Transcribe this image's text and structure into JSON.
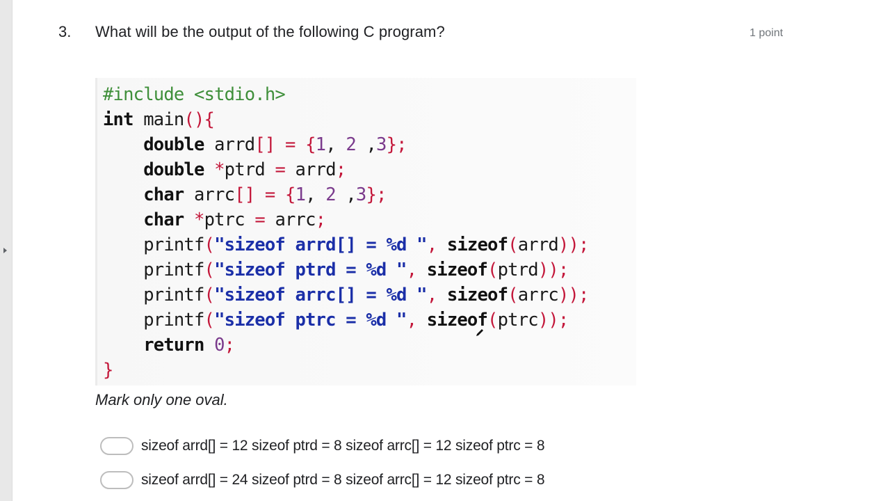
{
  "question": {
    "number": "3.",
    "title": "What will be the output of the following C program?",
    "points": "1 point",
    "instruction": "Mark only one oval."
  },
  "code": {
    "language": "C",
    "lines": [
      "#include <stdio.h>",
      "int main(){",
      "    double arrd[] = {1, 2 ,3};",
      "    double *ptrd = arrd;",
      "    char arrc[] = {1, 2 ,3};",
      "    char *ptrc = arrc;",
      "    printf(\"sizeof arrd[] = %d \", sizeof(arrd));",
      "    printf(\"sizeof ptrd = %d \", sizeof(ptrd));",
      "    printf(\"sizeof arrc[] = %d \", sizeof(arrc));",
      "    printf(\"sizeof ptrc = %d \", sizeof(ptrc));",
      "    return 0;",
      "}"
    ]
  },
  "options": [
    {
      "label": "sizeof arrd[] = 12 sizeof ptrd = 8 sizeof arrc[] = 12 sizeof ptrc = 8",
      "selected": false
    },
    {
      "label": "sizeof arrd[] = 24 sizeof ptrd = 8 sizeof arrc[] = 12 sizeof ptrc = 8",
      "selected": false
    }
  ],
  "colors": {
    "keyword": "#111111",
    "preprocessor": "#3f8f3a",
    "punctuation": "#c3173a",
    "number": "#7a3a8c",
    "string": "#1b2fa8",
    "oval_border": "#bdbdbd"
  }
}
